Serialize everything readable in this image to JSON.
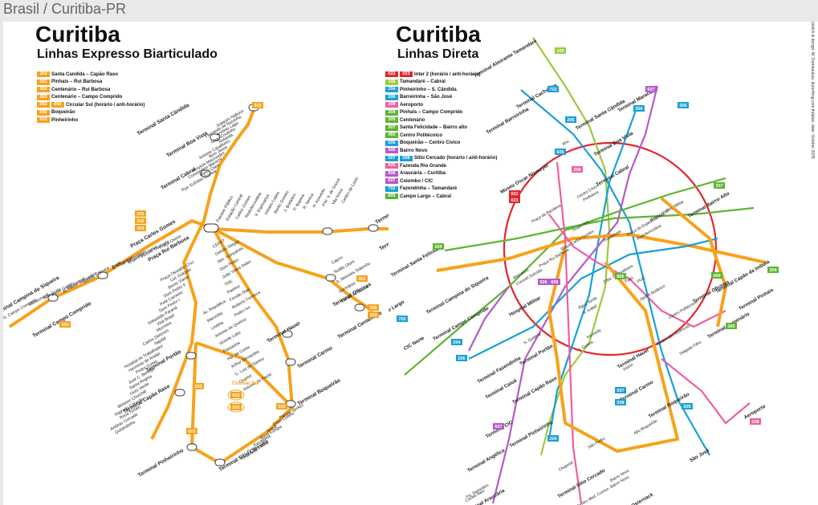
{
  "page_title": "Brasil / Curitiba-PR",
  "left_map": {
    "title": "Curitiba",
    "subtitle": "Linhas Expresso Biarticulado",
    "legend": [
      {
        "codes": [
          "203"
        ],
        "color": "#f7a21b",
        "label": "Santa Candida – Capão Raso"
      },
      {
        "codes": [
          "301"
        ],
        "color": "#f7a21b",
        "label": "Pinhais – Rui Barbosa"
      },
      {
        "codes": [
          "302"
        ],
        "color": "#f7a21b",
        "label": "Centenário – Rui Barbosa"
      },
      {
        "codes": [
          "303"
        ],
        "color": "#f7a21b",
        "label": "Centenário – Campo Comprido"
      },
      {
        "codes": [
          "502",
          "602"
        ],
        "color": "#f7a21b",
        "label": "Circular Sul (horário / anti-horário)"
      },
      {
        "codes": [
          "503"
        ],
        "color": "#f7a21b",
        "label": "Boqueirão"
      },
      {
        "codes": [
          "603"
        ],
        "color": "#f7a21b",
        "label": "Pinheirinho"
      }
    ],
    "terminals": [
      "Terminal Santa Cândida",
      "Terminal Boa Vista",
      "Terminal Cabral",
      "Terminal Campo Comprido",
      "Terminal Campina do Siqueira",
      "Terminal Capão da Imbuia",
      "Terminal Pinhais",
      "Terminal Oficinas",
      "Terminal Centenário",
      "Terminal Portão",
      "Terminal Capão Raso",
      "Terminal Hauer",
      "Terminal Carmo",
      "Terminal Boqueirão",
      "Terminal Pinheirinho",
      "Terminal Sítio Cercado",
      "Praça Carlos Gomes",
      "Praça Rui Barbosa"
    ],
    "stops_north": [
      "Joaquim Nabuco",
      "Fernando de Noronha",
      "Antônio Lago",
      "Gago Coutinho",
      "Holanda",
      "Antonio Cavalheiro",
      "Bom Jesus",
      "Moysés Marcondes",
      "Constantino Marochi",
      "Maria Clara",
      "Pça. Eufrásio Correia"
    ],
    "stops_south": [
      "CEFET",
      "Getúlio Vargas",
      "Alm. Gonçalves",
      "Dom Pedro",
      "João Viana Seiler",
      "TRE",
      "Pasteur",
      "Fernão Dias",
      "Roberto Fonseca",
      "Pedro Ivo"
    ],
    "stops_west": [
      "Praça Osório",
      "Vicente Machado",
      "Brigadeiro Franco",
      "P. da Ucrânia",
      "B. Filgueiras",
      "Bagé",
      "Gastão Câmara",
      "M. Heitor Guimarães",
      "Rio Banpal",
      "Paulo Gorski",
      "São Grato",
      "Mossunguê",
      "U.S. Campo Comprido"
    ],
    "stops_southwest": [
      "Praça Oswaldo Cruz",
      "Cel. Dulcidio",
      "Bento Viana",
      "Dom Pedro II",
      "Petit Carneiro",
      "Dom Pedro I",
      "Sebastião Paraná",
      "Vital Brasil",
      "Morretes",
      "Carlos Dietzsch",
      "Itajubá",
      "Hospital do Trabalhador",
      "Hermínio de Araújo",
      "Pedro Gusso",
      "José C. Bettega",
      "Santa Regina",
      "Ouro Verde",
      "Winston Churchill",
      "Sagrado Coração",
      "Rosa Tortato",
      "Antônio Cercado",
      "Quitandinha"
    ],
    "stops_east": [
      "Passeio Público",
      "Estação Central",
      "Carlos Gomes",
      "Rodoferroviária",
      "V. Esperança",
      "Urbano Lopes",
      "Bento Gomes",
      "J. Botânico",
      "P. Itupava",
      "R. Nerica",
      "H. Azevedo",
      "P.M. V. de Souza",
      "Vila Nova",
      "Centro de Lazer",
      "Cajuru",
      "Teófilo Otoni",
      "A. Meireles Sobrinho",
      "Germânia",
      "Carlos de Souza"
    ],
    "stops_southeast": [
      "Av. República",
      "Marumby",
      "Lindóia",
      "Antonio de Queiroz",
      "Vicente Lobo",
      "Passaúna",
      "Hip. da Costa",
      "Arthur Bernardes",
      "C. Luiz do Santos",
      "Quartel",
      "Antonio de Paula",
      "Parque Iguaçu",
      "Erlon Coelho",
      "Araçá",
      "Nova Europa",
      "Eucaliptos",
      "E. da Cunha",
      "Coqueiros"
    ],
    "badges": [
      {
        "code": "203",
        "where": "north"
      },
      {
        "code": "301",
        "where": "pinhais"
      },
      {
        "code": "302",
        "where": "centenario"
      },
      {
        "code": "303",
        "where": "campo"
      },
      {
        "code": "503",
        "where": "boqueirao"
      },
      {
        "code": "603",
        "where": "pinheirinho"
      },
      {
        "code": "203",
        "where": "capao"
      }
    ],
    "circular_label": "Circular Sul",
    "circular_codes": [
      "602",
      "502"
    ]
  },
  "right_map": {
    "title": "Curitiba",
    "subtitle": "Linhas Direta",
    "legend": [
      {
        "codes": [
          "022",
          "023"
        ],
        "color": "#e4262c",
        "label": "Inter 2 (horário / anti-horário)"
      },
      {
        "codes": [
          "105"
        ],
        "color": "#9bcb3c",
        "label": "Tamandaré – Cabral"
      },
      {
        "codes": [
          "204"
        ],
        "color": "#1aa0d6",
        "label": "Pinheirinho – S. Cândida"
      },
      {
        "codes": [
          "206"
        ],
        "color": "#1aa0d6",
        "label": "Barreirinha – São José"
      },
      {
        "codes": [
          "208"
        ],
        "color": "#ee5fa0",
        "label": "Aeroporto"
      },
      {
        "codes": [
          "304"
        ],
        "color": "#5cb531",
        "label": "Pinhais – Campo Comprido"
      },
      {
        "codes": [
          "305"
        ],
        "color": "#5cb531",
        "label": "Centenário"
      },
      {
        "codes": [
          "307"
        ],
        "color": "#5cb531",
        "label": "Santa Felicidade – Bairro alto"
      },
      {
        "codes": [
          "469"
        ],
        "color": "#5cb531",
        "label": "Centro Politécnico"
      },
      {
        "codes": [
          "505"
        ],
        "color": "#1aa0d6",
        "label": "Boqueirão – Centro Cívico"
      },
      {
        "codes": [
          "506"
        ],
        "color": "#b65ac8",
        "label": "Bairro Novo"
      },
      {
        "codes": [
          "507",
          "508"
        ],
        "color": "#1aa0d6",
        "label": "Sítio Cercado (horário / anti-horário)"
      },
      {
        "codes": [
          "605"
        ],
        "color": "#ee5fa0",
        "label": "Fazenda Rio Grande"
      },
      {
        "codes": [
          "606"
        ],
        "color": "#b65ac8",
        "label": "Araucária – Curitiba"
      },
      {
        "codes": [
          "607"
        ],
        "color": "#b65ac8",
        "label": "Colombo / CIC"
      },
      {
        "codes": [
          "702"
        ],
        "color": "#1aa0d6",
        "label": "Fazendinha – Tamandaré"
      },
      {
        "codes": [
          "805"
        ],
        "color": "#5cb531",
        "label": "Campo Largo – Cabral"
      }
    ],
    "terminals": [
      "Terminal Almirante Tamandaré",
      "Terminal Cachoeira",
      "Terminal Barreirinha",
      "Terminal Santa Cândida",
      "Terminal Boa Vista",
      "Terminal Maracanã",
      "Museu Oscar Niemeyer",
      "Terminal Cabral",
      "Terminal Bairro Alto",
      "Terminal Santa Felicidade",
      "Terminal Campina do Siqueira",
      "Terminal Campo Comprido",
      "Terminal Capão da Imbuia",
      "Terminal Pinhais",
      "Terminal Oficinas",
      "Terminal Centenário",
      "Terminal Fazendinha",
      "Terminal Caiuá",
      "Terminal Portão",
      "Terminal Capão Raso",
      "Terminal Hauer",
      "Terminal Carmo",
      "Terminal Boqueirão",
      "Terminal CIC",
      "Terminal Pinheirinho",
      "Terminal Sítio Cercado",
      "Terminal Angélica",
      "Terminal Araucária",
      "Campo Largo",
      "CIC Norte",
      "Hospital Militar",
      "São José",
      "Aeroporto",
      "Osternack"
    ],
    "stations": [
      "Centro Cívico",
      "Prefeitura",
      "Praça da Bandeira",
      "Tiradentes",
      "Praça Carlos Gomes",
      "Praça Rui Barbosa",
      "Rodoferroviária",
      "Guadalupe",
      "Praça do Expedicionário",
      "Circ. Militar",
      "Jardim Botânico",
      "PUC",
      "Paiol",
      "Água Verde",
      "V. Izabel",
      "Kennedy",
      "V. Guaíra",
      "S. Quitéria",
      "Xaxim",
      "Marcelino",
      "Jardim das Américas",
      "Salgado Filho",
      "Centro Politécnico",
      "Alto Boqueirão",
      "São Pedro",
      "Chapinal",
      "Bairro Novo",
      "Centro Med. Comun. Bairro Novo",
      "Cavalo Baio",
      "Pq. Seminário",
      "Ahú",
      "Hugo Lange",
      "Coronel Dulcídio",
      "Ctba. Decoradores"
    ],
    "badges": [
      "105",
      "702",
      "206",
      "204",
      "505",
      "607",
      "307",
      "304",
      "805",
      "305",
      "469",
      "208",
      "304",
      "702",
      "206",
      "204",
      "506",
      "606",
      "507",
      "508",
      "505",
      "204",
      "607",
      "206",
      "208",
      "606",
      "022",
      "023"
    ],
    "credit": "sketch & design: M. Dumbaukas; dumnfting.com.thdataz; date: October 2005"
  },
  "colors": {
    "orange": "#f7a21b",
    "red": "#e4262c",
    "lime": "#9bcb3c",
    "blue": "#1aa0d6",
    "green": "#5cb531",
    "pink": "#ee5fa0",
    "purple": "#b65ac8"
  }
}
